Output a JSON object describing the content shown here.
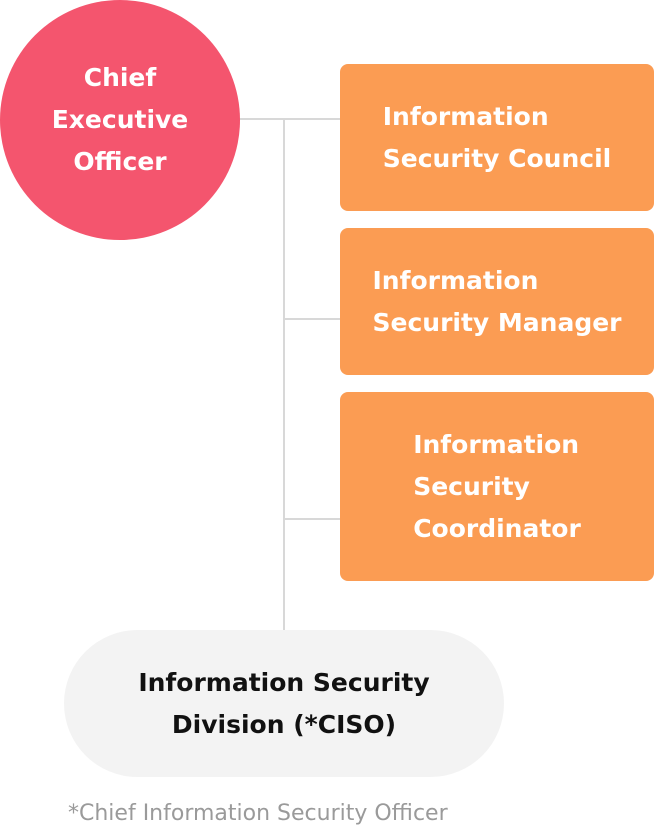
{
  "diagram": {
    "ceo": {
      "lines": [
        "Chief",
        "Executive",
        "Officer"
      ]
    },
    "boxes": [
      {
        "lines": [
          "Information",
          "Security Council"
        ]
      },
      {
        "lines": [
          "Information",
          "Security Manager"
        ]
      },
      {
        "lines": [
          "Information",
          "Security",
          "Coordinator"
        ]
      }
    ],
    "division": {
      "lines": [
        "Information Security",
        "Division (*CISO)"
      ]
    },
    "footnote": "*Chief Information Security Officer"
  },
  "colors": {
    "ceo_fill": "#f4556e",
    "box_fill": "#fb9c53",
    "division_fill": "#f3f3f3",
    "connector": "#d8d8d8"
  }
}
